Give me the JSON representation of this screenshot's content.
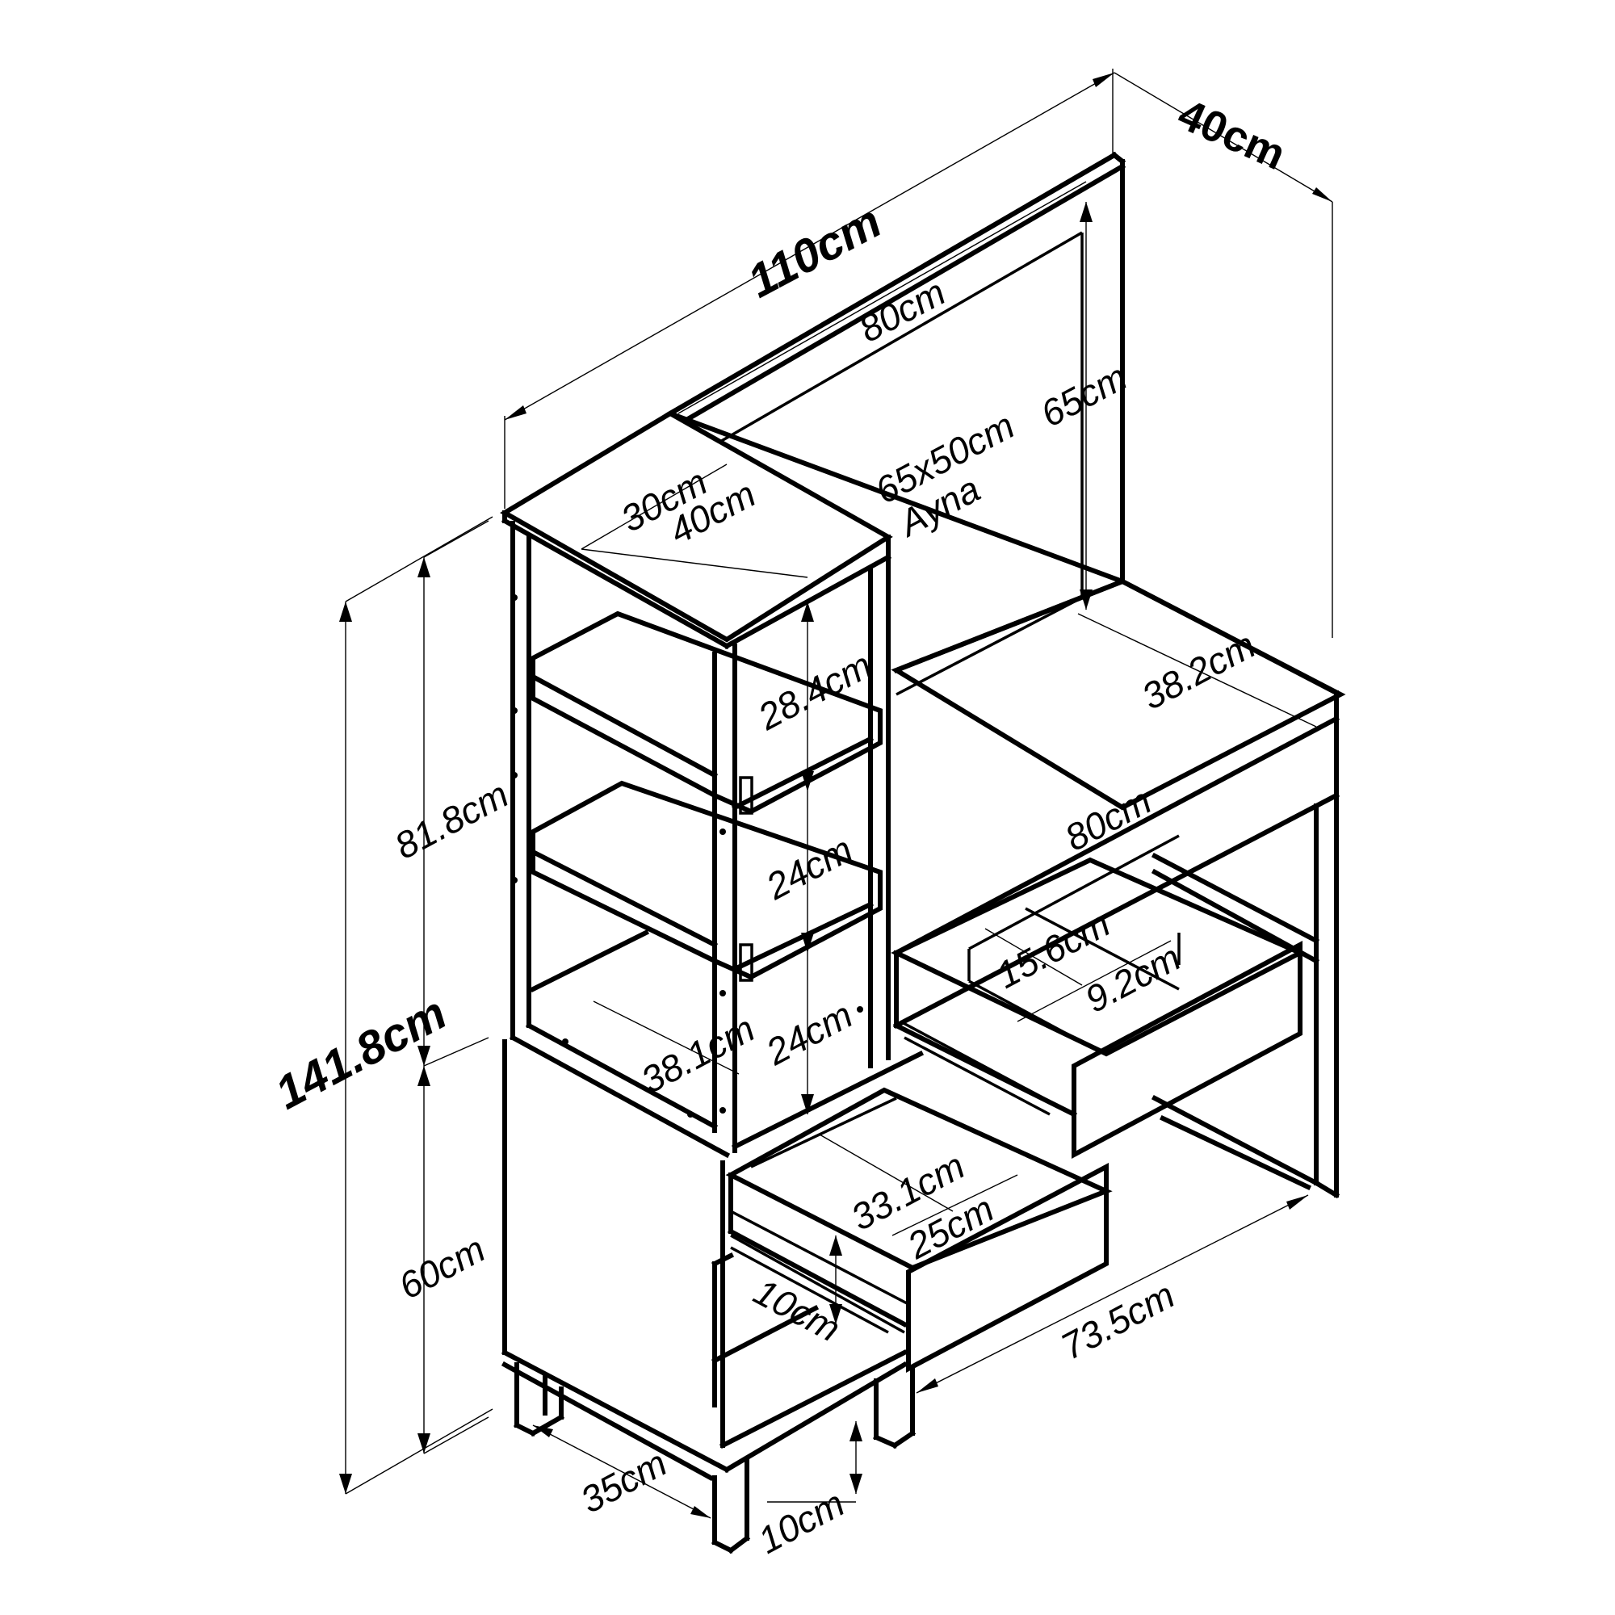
{
  "labels": {
    "total_width": "110cm",
    "total_depth": "40cm",
    "mirror_frame_width": "80cm",
    "mirror_frame_height": "65cm",
    "mirror_size": "65x50cm",
    "mirror_name": "Ayna",
    "shelf_top_depth": "30cm",
    "shelf_top_width": "40cm",
    "shelf_gap_1": "28.4cm",
    "shelf_gap_2": "24cm",
    "shelf_gap_3": "24cm",
    "shelf_inner_width": "38.1cm",
    "tower_upper_height": "81.8cm",
    "total_height": "141.8cm",
    "tower_lower_height": "60cm",
    "desk_depth": "38.2cm",
    "desk_width": "80cm",
    "right_drawer_depth": "15.6cm",
    "right_drawer_width": "9.2cm",
    "left_drawer_depth": "33.1cm",
    "left_drawer_width": "25cm",
    "left_drawer_height": "10cm",
    "desk_span": "73.5cm",
    "tower_base_depth": "35cm",
    "leg_height": "10cm"
  }
}
